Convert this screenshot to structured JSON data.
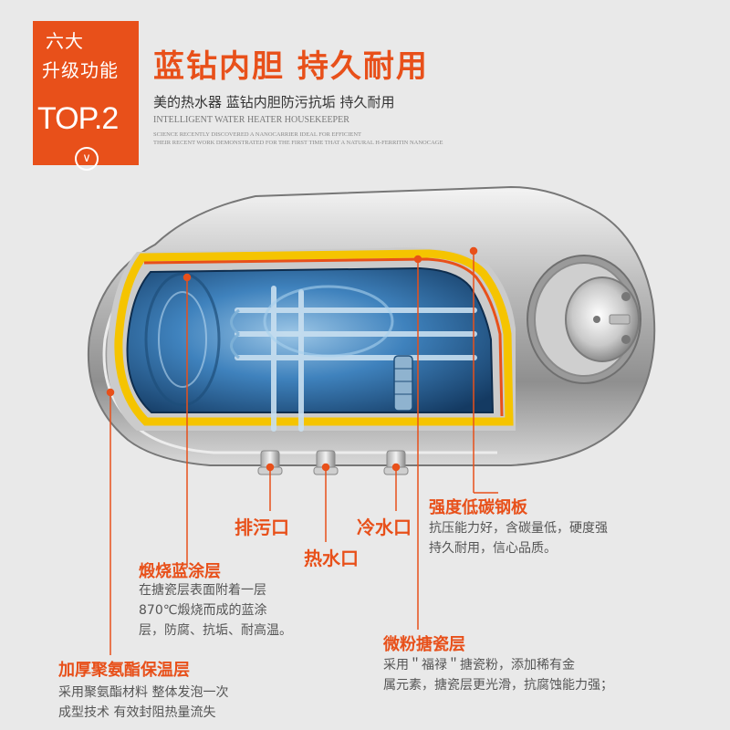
{
  "badge": {
    "line1": "六大",
    "line2": "升级功能",
    "line3": "TOP.2",
    "chevron": "chevron-down-icon"
  },
  "header": {
    "title": "蓝钻内胆  持久耐用",
    "subtitle": "美的热水器 蓝钻内胆防污抗垢  持久耐用",
    "en_line1": "INTELLIGENT WATER HEATER HOUSEKEEPER",
    "en_line2": "SCIENCE RECENTLY DISCOVERED A NANOCARRIER IDEAL FOR EFFICIENT",
    "en_line3": "THEIR RECENT WORK DEMONSTRATED FOR THE FIRST TIME THAT A NATURAL H-FERRITIN NANOCAGE"
  },
  "ports": {
    "drain": "排污口",
    "hot": "热水口",
    "cold": "冷水口"
  },
  "features": {
    "steel": {
      "title": "强度低碳钢板",
      "desc1": "抗压能力好，含碳量低，硬度强",
      "desc2": "持久耐用，信心品质。"
    },
    "blue_coat": {
      "title": "煅烧蓝涂层",
      "desc1": "在搪瓷层表面附着一层",
      "desc2": "870℃煅烧而成的蓝涂",
      "desc3": "层，防腐、抗垢、耐高温。"
    },
    "enamel": {
      "title": "微粉搪瓷层",
      "desc1": "采用＂福禄＂搪瓷粉，添加稀有金",
      "desc2": "属元素，搪瓷层更光滑，抗腐蚀能力强；"
    },
    "insulation": {
      "title": "加厚聚氨酯保温层",
      "desc1": "采用聚氨酯材料 整体发泡一次",
      "desc2": "成型技术 有效封阻热量流失"
    }
  },
  "colors": {
    "accent": "#e8501a",
    "tank_blue": "#2f6fa6",
    "insulation_yellow": "#f5c400"
  }
}
